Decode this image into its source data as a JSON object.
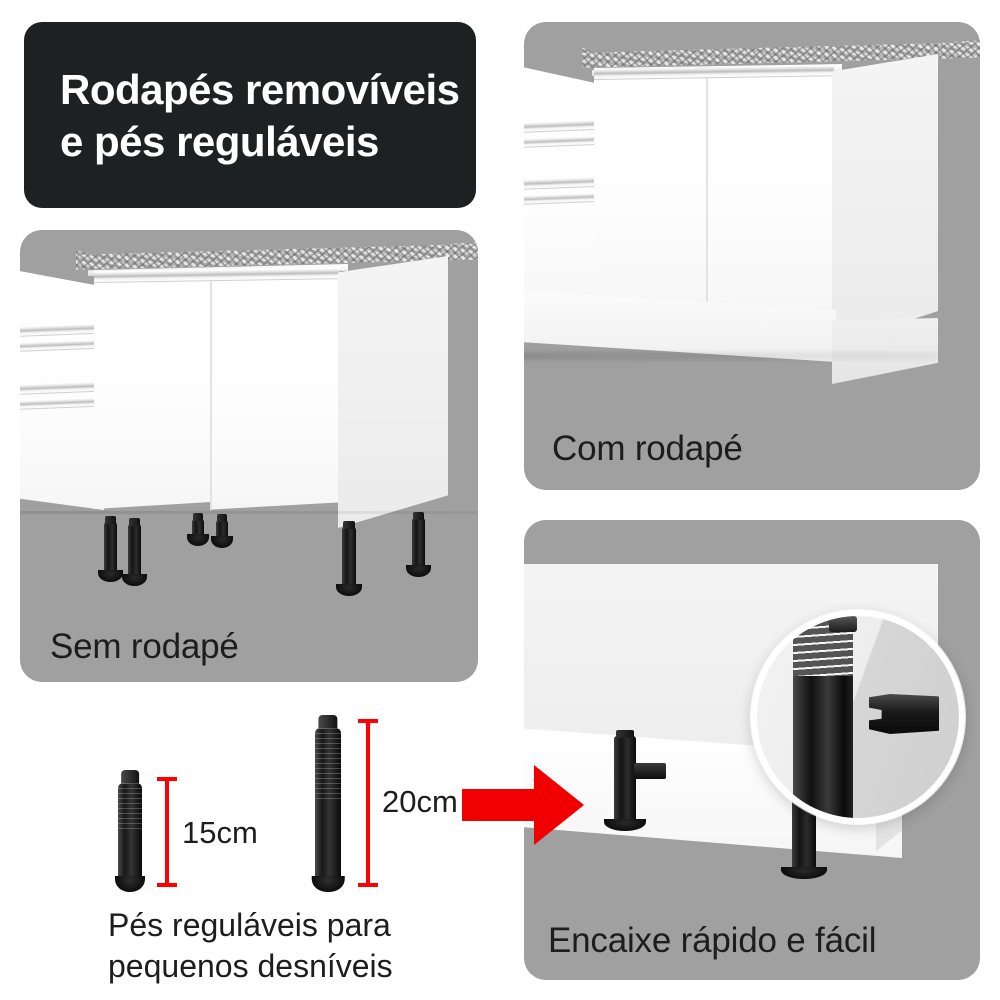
{
  "title_card": {
    "line1": "Rodapés removíveis",
    "line2": "e pés reguláveis",
    "background_color": "#1e2121",
    "text_color": "#ffffff"
  },
  "panels": {
    "without_plinth": {
      "caption": "Sem rodapé",
      "background_color": "#a0a0a0",
      "alt": "Armário de cozinha branco com tampo de granito apoiado sobre pés reguláveis pretos, sem rodapé"
    },
    "with_plinth": {
      "caption": "Com rodapé",
      "background_color": "#a0a0a0",
      "alt": "Armário de cozinha branco com tampo de granito e rodapé branco cobrindo os pés"
    },
    "quick_fit": {
      "caption": "Encaixe rápido e fácil",
      "background_color": "#a0a0a0",
      "alt": "Detalhe ampliado do pé regulável preto encaixando no clipe do rodapé"
    }
  },
  "legs_diagram": {
    "short_leg": {
      "dimension_label": "15cm"
    },
    "tall_leg": {
      "dimension_label": "20cm"
    },
    "caption_line1": "Pés reguláveis para",
    "caption_line2": "pequenos desníveis",
    "dimension_line_color": "#ff0000",
    "arrow_color": "#f00000",
    "arrow_direction": "right"
  }
}
